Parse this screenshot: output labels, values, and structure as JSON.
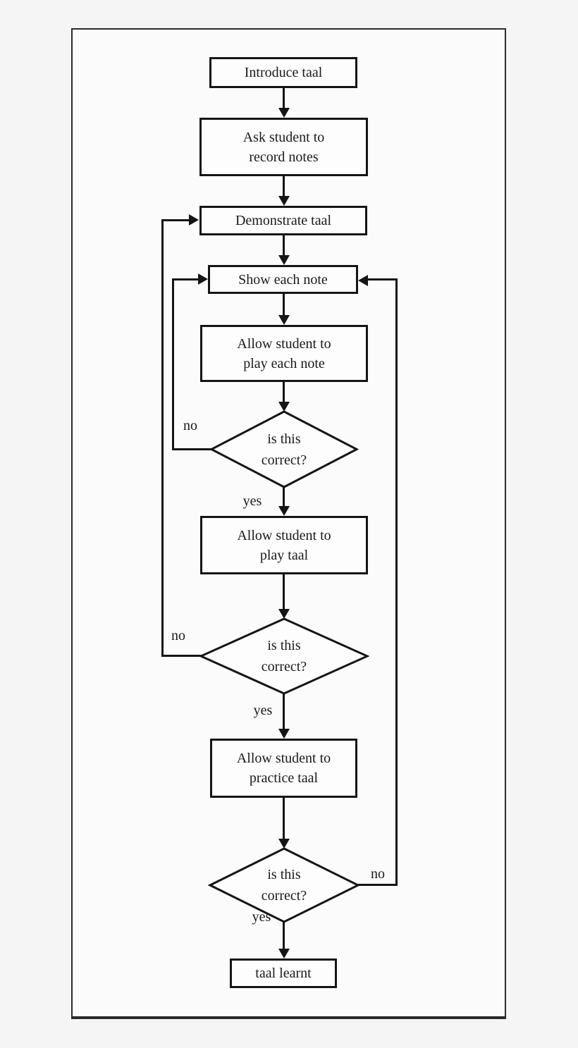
{
  "page": {
    "background": "#f5f5f6",
    "frame_background": "#fbfbfc",
    "line_color": "#151515",
    "node_fill": "#fdfdfd"
  },
  "diagram": {
    "type": "flowchart",
    "subject": "taal teaching process",
    "nodes": [
      {
        "id": "introduce",
        "shape": "rect",
        "line1": "Introduce taal"
      },
      {
        "id": "ask_record",
        "shape": "rect",
        "line1": "Ask student to",
        "line2": "record notes"
      },
      {
        "id": "demonstrate",
        "shape": "rect",
        "line1": "Demonstrate taal"
      },
      {
        "id": "show_note",
        "shape": "rect",
        "line1": "Show each note"
      },
      {
        "id": "play_each_note",
        "shape": "rect",
        "line1": "Allow student to",
        "line2": "play each note"
      },
      {
        "id": "decision_note",
        "shape": "diamond",
        "line1": "is this",
        "line2": "correct?"
      },
      {
        "id": "play_taal",
        "shape": "rect",
        "line1": "Allow student to",
        "line2": "play taal"
      },
      {
        "id": "decision_taal",
        "shape": "diamond",
        "line1": "is this",
        "line2": "correct?"
      },
      {
        "id": "practice_taal",
        "shape": "rect",
        "line1": "Allow student to",
        "line2": "practice taal"
      },
      {
        "id": "decision_practice",
        "shape": "diamond",
        "line1": "is this",
        "line2": "correct?"
      },
      {
        "id": "taal_learnt",
        "shape": "rect",
        "line1": "taal learnt"
      }
    ],
    "edges": [
      {
        "from": "introduce",
        "to": "ask_record"
      },
      {
        "from": "ask_record",
        "to": "demonstrate"
      },
      {
        "from": "demonstrate",
        "to": "show_note"
      },
      {
        "from": "show_note",
        "to": "play_each_note"
      },
      {
        "from": "play_each_note",
        "to": "decision_note"
      },
      {
        "from": "decision_note",
        "to": "show_note",
        "label": "no"
      },
      {
        "from": "decision_note",
        "to": "play_taal",
        "label": "yes"
      },
      {
        "from": "play_taal",
        "to": "decision_taal"
      },
      {
        "from": "decision_taal",
        "to": "demonstrate",
        "label": "no"
      },
      {
        "from": "decision_taal",
        "to": "practice_taal",
        "label": "yes"
      },
      {
        "from": "practice_taal",
        "to": "decision_practice"
      },
      {
        "from": "decision_practice",
        "to": "show_note",
        "label": "no"
      },
      {
        "from": "decision_practice",
        "to": "taal_learnt",
        "label": "yes"
      }
    ]
  }
}
